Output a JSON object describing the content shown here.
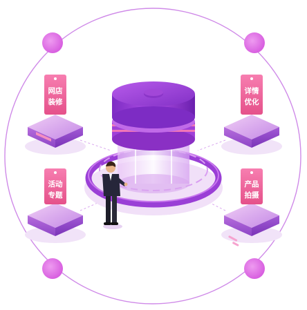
{
  "tags": [
    {
      "id": "shop-decoration",
      "lines": [
        "网店",
        "装修"
      ]
    },
    {
      "id": "detail-optimization",
      "lines": [
        "详情",
        "优化"
      ]
    },
    {
      "id": "campaign-topic",
      "lines": [
        "活动",
        "专题"
      ]
    },
    {
      "id": "product-shoot",
      "lines": [
        "产品",
        "拍摄"
      ]
    }
  ],
  "colors": {
    "ring": "#c77dea",
    "node": "#e07ae6",
    "tag": "#f0669a",
    "platform_top": "#d9a8ec",
    "platform_side": "#9b4fd0",
    "server_top": "#9b3fd6",
    "server_body": "#7a2bc0"
  },
  "icons": {
    "person": "businessman-icon",
    "server": "server-stack-icon"
  }
}
